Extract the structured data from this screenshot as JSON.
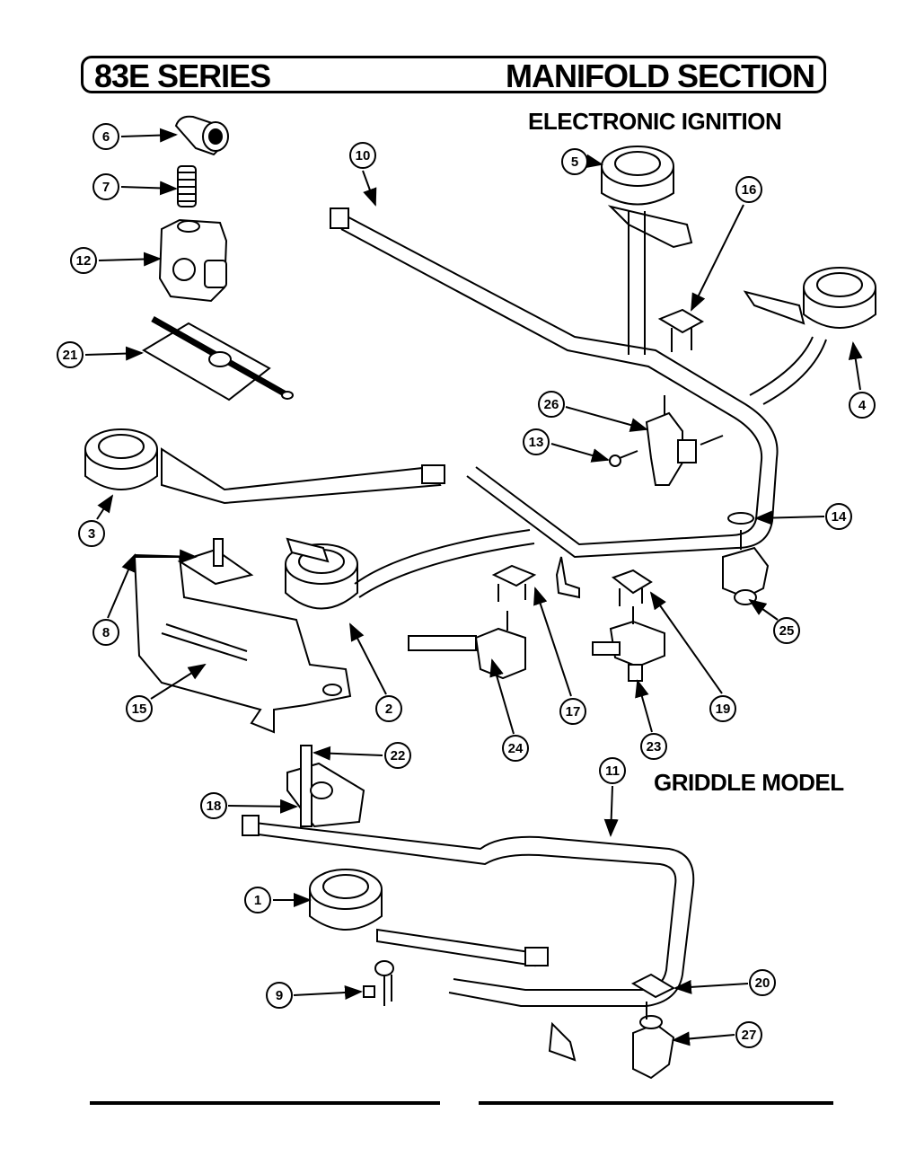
{
  "header": {
    "series": "83E SERIES",
    "section": "MANIFOLD SECTION"
  },
  "subheadings": {
    "ignition": "ELECTRONIC IGNITION",
    "griddle": "GRIDDLE MODEL"
  },
  "callouts": [
    "6",
    "7",
    "12",
    "21",
    "10",
    "5",
    "16",
    "4",
    "26",
    "13",
    "3",
    "14",
    "8",
    "25",
    "17",
    "19",
    "2",
    "15",
    "24",
    "23",
    "22",
    "11",
    "18",
    "1",
    "9",
    "20",
    "27"
  ],
  "colors": {
    "ink": "#000000",
    "paper": "#ffffff"
  }
}
